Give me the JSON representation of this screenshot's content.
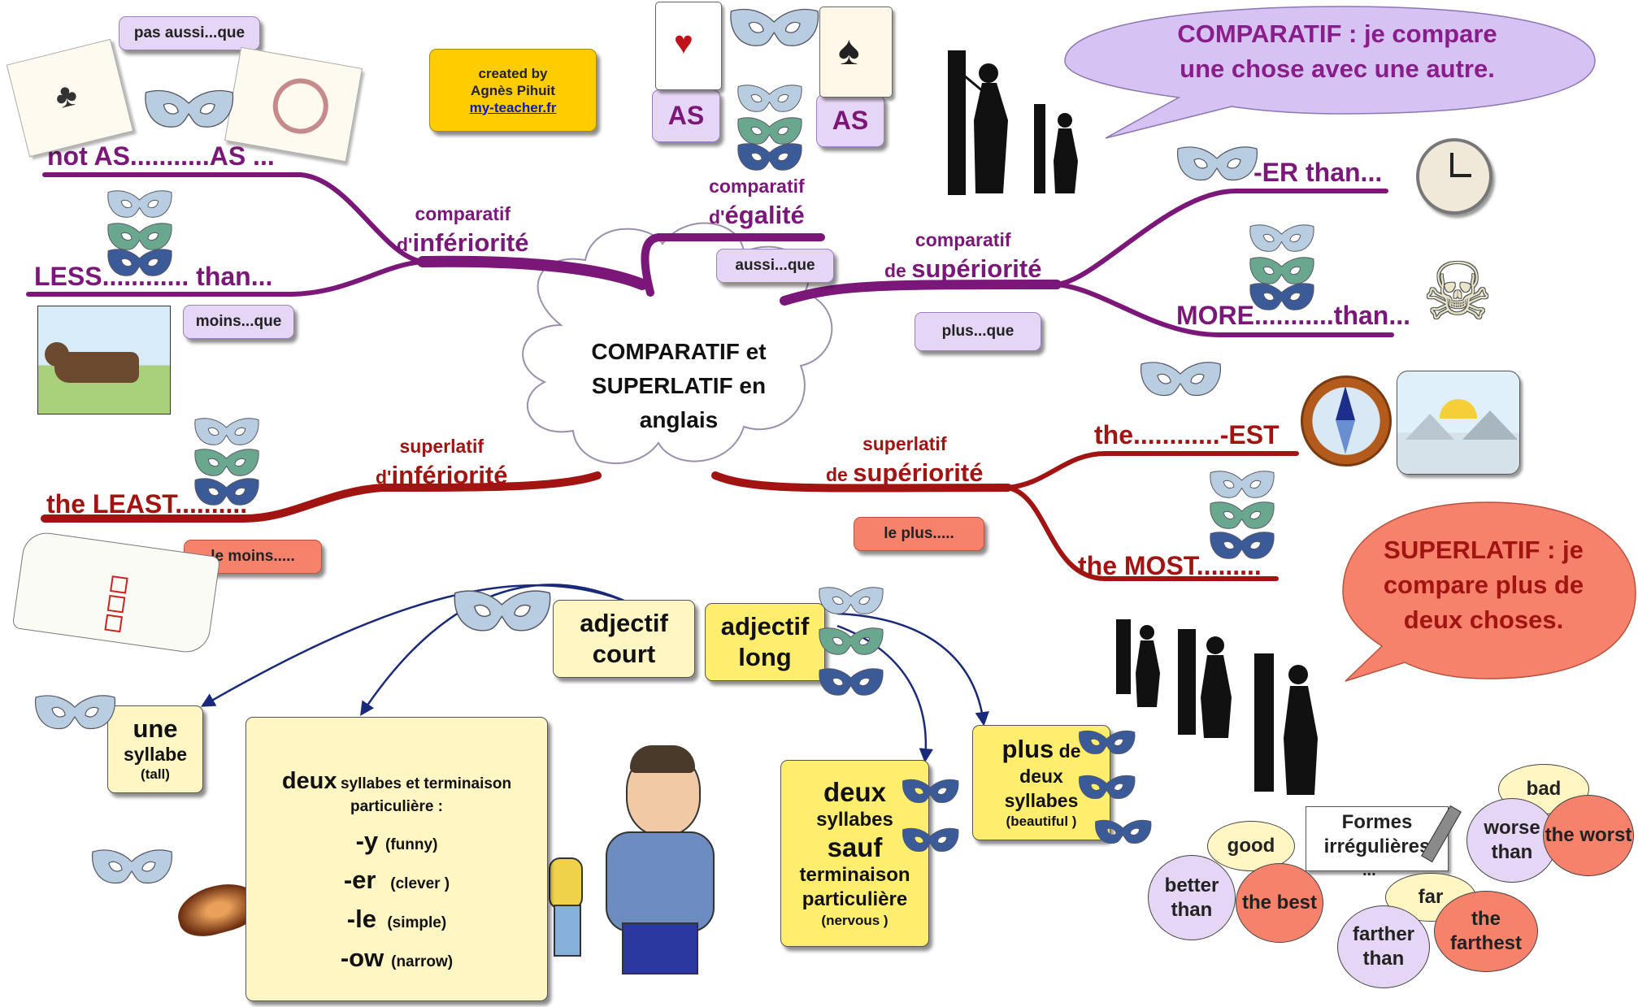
{
  "credit": {
    "line1": "created  by",
    "line2": "Agnès Pihuit",
    "link": "my-teacher.fr"
  },
  "center": {
    "line1": "COMPARATIF et",
    "line2": "SUPERLATIF en",
    "line3": "anglais"
  },
  "bubbles": {
    "comparatif": {
      "line1": "COMPARATIF : je compare",
      "line2": "une chose avec une autre."
    },
    "superlatif": {
      "line1": "SUPERLATIF : je",
      "line2": "compare plus de",
      "line3": "deux choses."
    }
  },
  "branches": {
    "inf_comp": {
      "small": "comparatif",
      "prefix": "d'",
      "big": "infériorité"
    },
    "egal_comp": {
      "small": "comparatif",
      "prefix": "d'",
      "big": "égalité"
    },
    "sup_comp": {
      "small": "comparatif",
      "prefix": "de ",
      "big": "supériorité"
    },
    "inf_sup": {
      "small": "superlatif",
      "prefix": "d'",
      "big": "infériorité"
    },
    "sup_sup": {
      "small": "superlatif",
      "prefix": "de ",
      "big": "supériorité"
    }
  },
  "leaves": {
    "not_as": "not AS...........AS ...",
    "less": "LESS............ than...",
    "er_than": "-ER than...",
    "more": "MORE...........than...",
    "least": "the LEAST..........",
    "est": "the............-EST",
    "most": "the MOST.........",
    "as1": "AS",
    "as2": "AS"
  },
  "tags": {
    "pas_aussi": "pas aussi...que",
    "aussi": "aussi...que",
    "moins": "moins...que",
    "plus": "plus...que",
    "le_moins": "le moins.....",
    "le_plus": "le plus....."
  },
  "adjectives": {
    "court": {
      "line1": "adjectif",
      "line2": "court"
    },
    "long": {
      "line1": "adjectif",
      "line2": "long"
    },
    "une": {
      "big": "une",
      "mid": "syllabe",
      "small": "(tall)"
    },
    "deux": {
      "big": "deux",
      "rest": "syllabes et terminaison",
      "line2": "particulière :",
      "endings": [
        {
          "suffix": "-y",
          "example": "(funny)"
        },
        {
          "suffix": "-er",
          "example": "(clever )"
        },
        {
          "suffix": "-le",
          "example": "(simple)"
        },
        {
          "suffix": "-ow",
          "example": "(narrow)"
        }
      ]
    },
    "deux_sauf": {
      "big1": "deux",
      "mid1": "syllabes",
      "big2": "sauf",
      "mid2": "terminaison",
      "mid3": "particulière",
      "small": "(nervous )"
    },
    "plus_deux": {
      "big": "plus",
      "de": " de",
      "mid1": "deux",
      "mid2": "syllabes",
      "small": "(beautiful )"
    }
  },
  "irregular": {
    "title1": "Formes",
    "title2": "irrégulières",
    "dots": "...",
    "good": "good",
    "better": "better than",
    "best": "the best",
    "bad": "bad",
    "worse": "worse than",
    "worst": "the worst",
    "far": "far",
    "farther": "farther than",
    "farthest": "the farthest"
  },
  "colors": {
    "purple": "#7b1779",
    "red": "#a11412",
    "lavender": "#e6d6f5",
    "salmon": "#f6826c",
    "yellow": "#fff6c4",
    "navy": "#1a2a7a"
  }
}
